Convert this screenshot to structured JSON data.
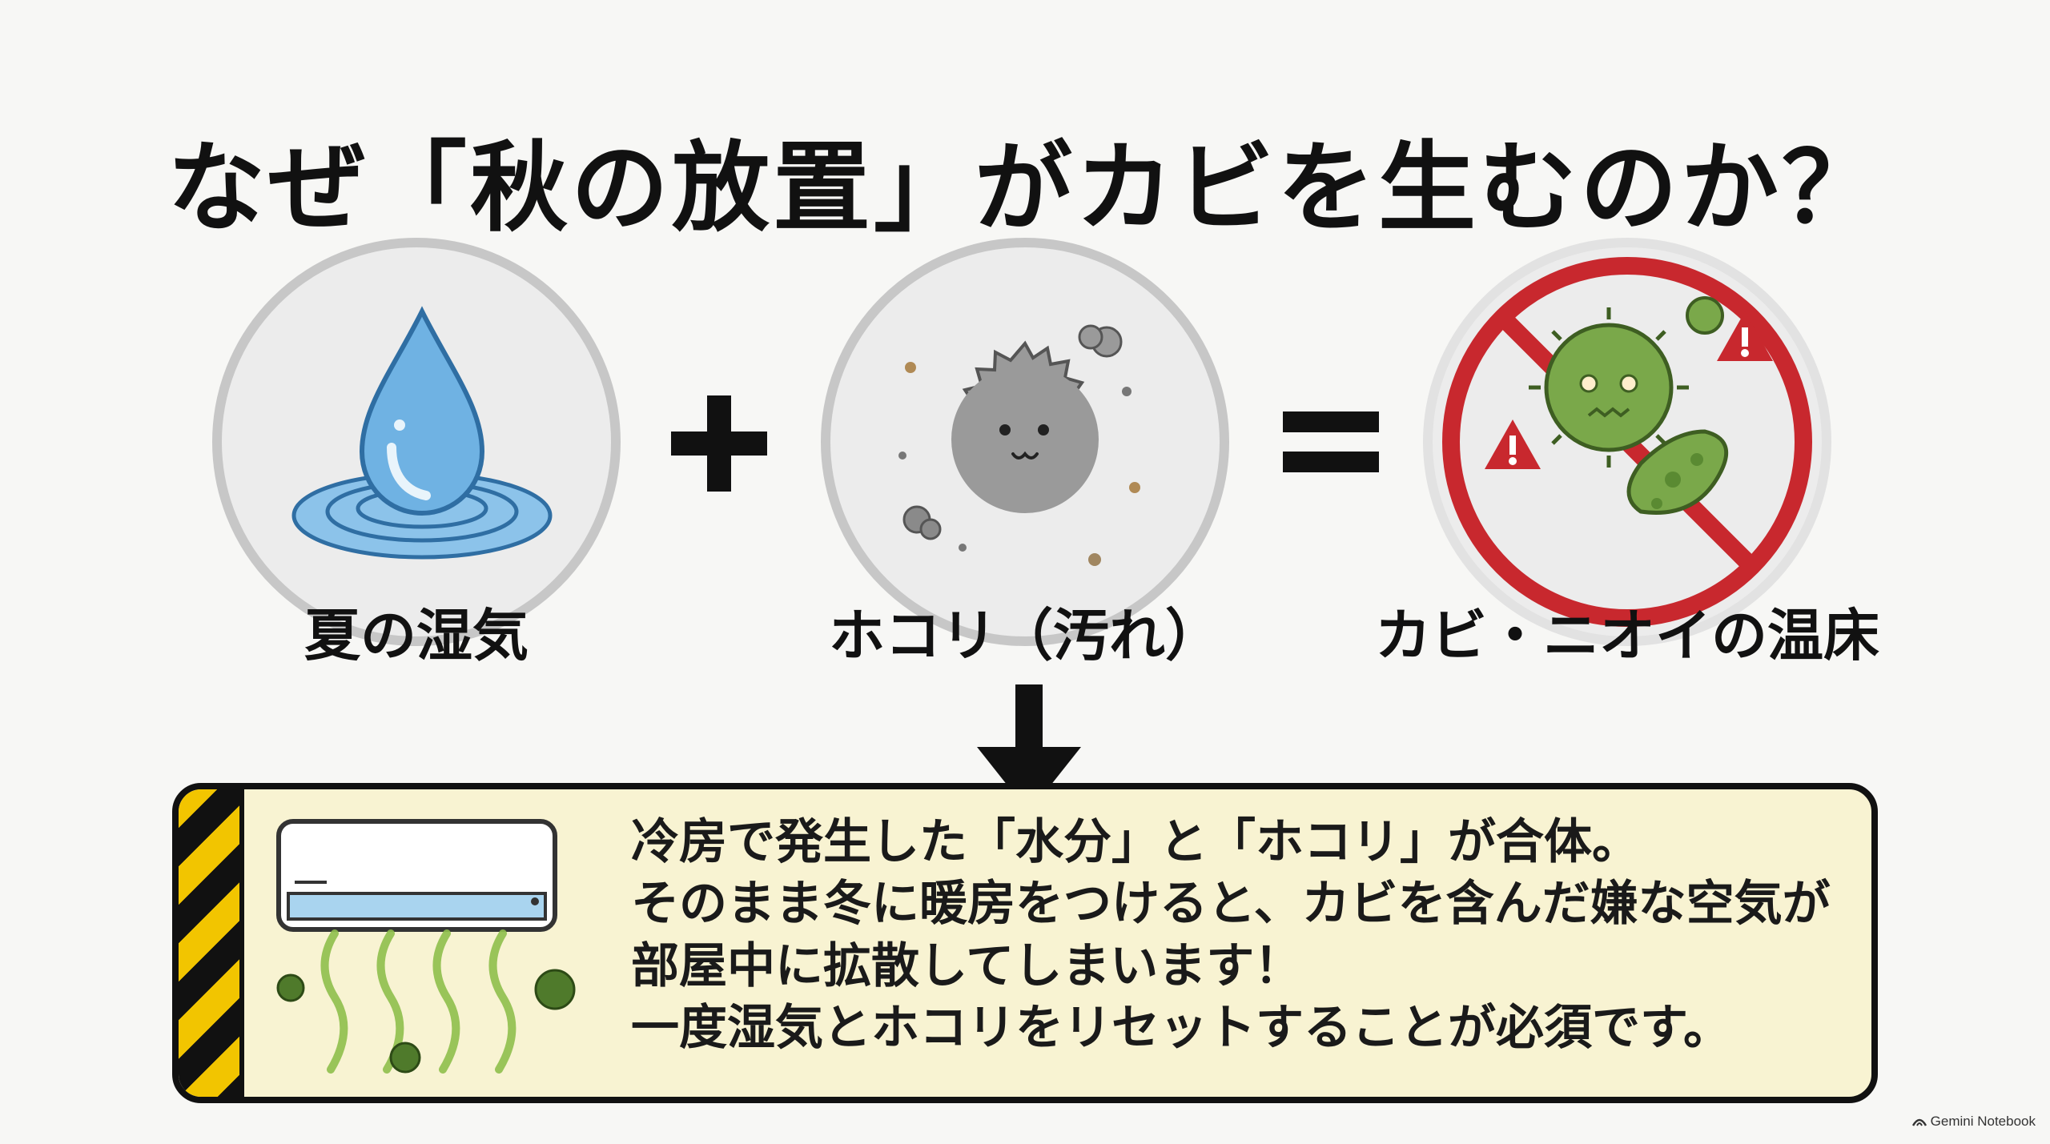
{
  "title": "なぜ「秋の放置」がカビを生むのか？",
  "items": [
    {
      "label": "夏の湿気",
      "icon": "water-drop-icon"
    },
    {
      "label": "ホコリ（汚れ）",
      "icon": "dust-ball-icon"
    },
    {
      "label": "カビ・ニオイの温床",
      "icon": "prohibited-mold-icon"
    }
  ],
  "operators": {
    "plus": "+",
    "equals": "="
  },
  "panel": {
    "icon": "air-conditioner-mold-icon",
    "lines": [
      "冷房で発生した「水分」と「ホコリ」が合体。",
      "そのまま冬に暖房をつけると、カビを含んだ嫌な空気が",
      "部屋中に拡散してしまいます！",
      "一度湿気とホコリをリセットすることが必須です。"
    ]
  },
  "watermark": "Gemini Notebook",
  "colors": {
    "background": "#f7f7f5",
    "panel": "#f8f3d2",
    "hazard_yellow": "#f2c500",
    "water": "#5aa6dc",
    "mold_green": "#7aa84a",
    "prohibit_red": "#c8282e"
  }
}
